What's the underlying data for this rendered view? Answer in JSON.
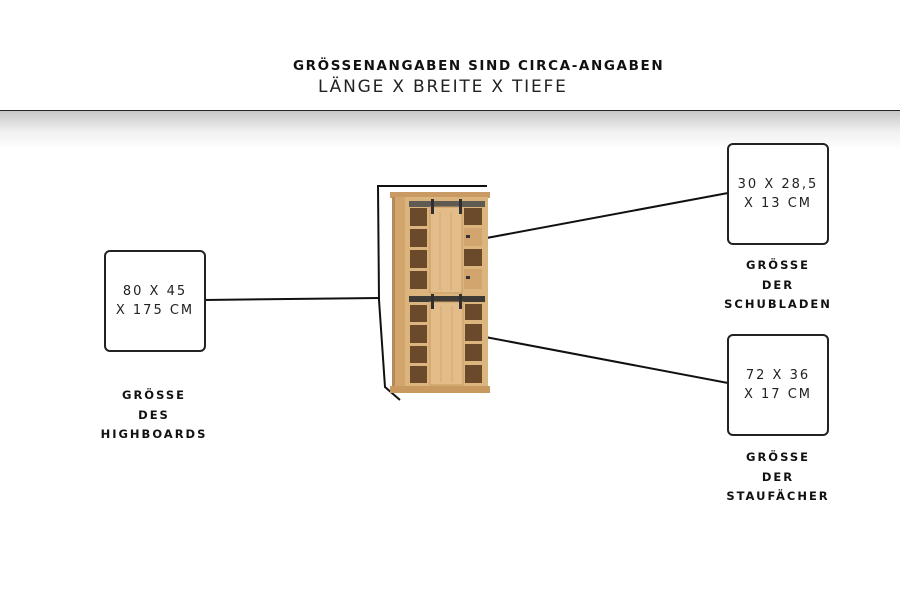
{
  "header": {
    "title": "GRÖSSENANGABEN SIND CIRCA-ANGABEN",
    "subtitle": "LÄNGE X BREITE X TIEFE"
  },
  "highboard": {
    "dimensions_line1": "80 X 45",
    "dimensions_line2": "X 175  CM",
    "label_line1": "GRÖSSE",
    "label_line2": "DES",
    "label_line3": "HIGHBOARDS"
  },
  "drawers": {
    "dimensions_line1": "30 X 28,5",
    "dimensions_line2": "X 13 CM",
    "label_line1": "GRÖSSE",
    "label_line2": "DER",
    "label_line3": "SCHUBLADEN"
  },
  "compartments": {
    "dimensions_line1": "72 X 36",
    "dimensions_line2": "X 17 CM",
    "label_line1": "GRÖSSE",
    "label_line2": "DER",
    "label_line3": "STAUFÄCHER"
  },
  "colors": {
    "wood_light": "#d9b27c",
    "wood_mid": "#c89a62",
    "wood_dark": "#5a3e26",
    "metal": "#3a3a3a",
    "line": "#111111"
  }
}
